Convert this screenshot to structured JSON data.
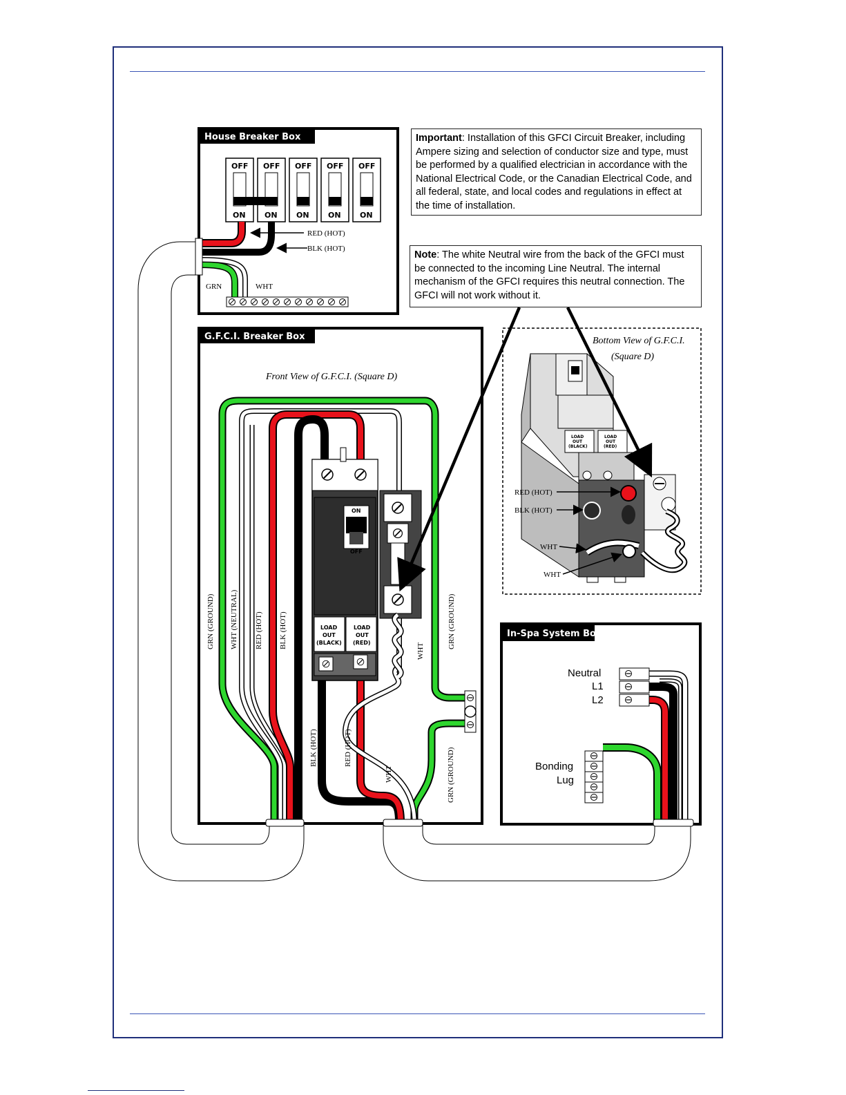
{
  "house_box": {
    "title": "House Breaker Box",
    "breakers": [
      {
        "off": "OFF",
        "on": "ON"
      },
      {
        "off": "OFF",
        "on": "ON"
      },
      {
        "off": "OFF",
        "on": "ON"
      },
      {
        "off": "OFF",
        "on": "ON"
      },
      {
        "off": "OFF",
        "on": "ON"
      }
    ],
    "red_label": "RED (HOT)",
    "blk_label": "BLK (HOT)",
    "grn_label": "GRN",
    "wht_label": "WHT"
  },
  "important_note": {
    "heading": "Important",
    "text": ": Installation of this GFCI Circuit Breaker, including Ampere sizing and selection of conductor size and type, must be performed by a qualified electrician in accordance with the National Electrical Code, or the Canadian Electrical Code, and all federal, state, and local codes and regulations in effect at the time of installation."
  },
  "neutral_note": {
    "heading": "Note",
    "text": ": The white Neutral wire from the back of the GFCI must be connected to the incoming Line Neutral. The internal mechanism of the GFCI requires this neutral connection. The GFCI will not work without it."
  },
  "gfci_box": {
    "title": "G.F.C.I. Breaker Box",
    "front_view": "Front View of G.F.C.I. (Square D)",
    "wire_labels": {
      "grn_ground_left": "GRN (GROUND)",
      "wht_neutral": "WHT (NEUTRAL)",
      "red_hot": "RED (HOT)",
      "blk_hot": "BLK (HOT)",
      "blk_hot_lower": "BLK (HOT)",
      "red_hot_lower": "RED (HOT)",
      "wht_lower": "WHT",
      "wht_pigtail": "WHT",
      "grn_ground_right": "GRN (GROUND)",
      "grn_ground_lower": "GRN (GROUND)"
    },
    "switch_on": "ON",
    "switch_off": "OFF",
    "load_black": [
      "LOAD",
      "OUT",
      "(BLACK)"
    ],
    "load_red": [
      "LOAD",
      "OUT",
      "(RED)"
    ]
  },
  "bottom_view": {
    "title_line1": "Bottom View of G.F.C.I.",
    "title_line2": "(Square D)",
    "red_hot": "RED (HOT)",
    "blk_hot": "BLK (HOT)",
    "wht1": "WHT",
    "wht2": "WHT",
    "load_black": [
      "LOAD",
      "OUT",
      "(BLACK)"
    ],
    "load_red": [
      "LOAD",
      "OUT",
      "(RED)"
    ]
  },
  "spa_box": {
    "title": "In-Spa System Box",
    "neutral": "Neutral",
    "l1": "L1",
    "l2": "L2",
    "bonding": "Bonding",
    "lug": "Lug"
  },
  "colors": {
    "frame": "#1f2f7a",
    "rule": "#3a55b5",
    "red_wire": "#e8121b",
    "green_wire": "#2ed62e",
    "black_wire": "#000000"
  }
}
